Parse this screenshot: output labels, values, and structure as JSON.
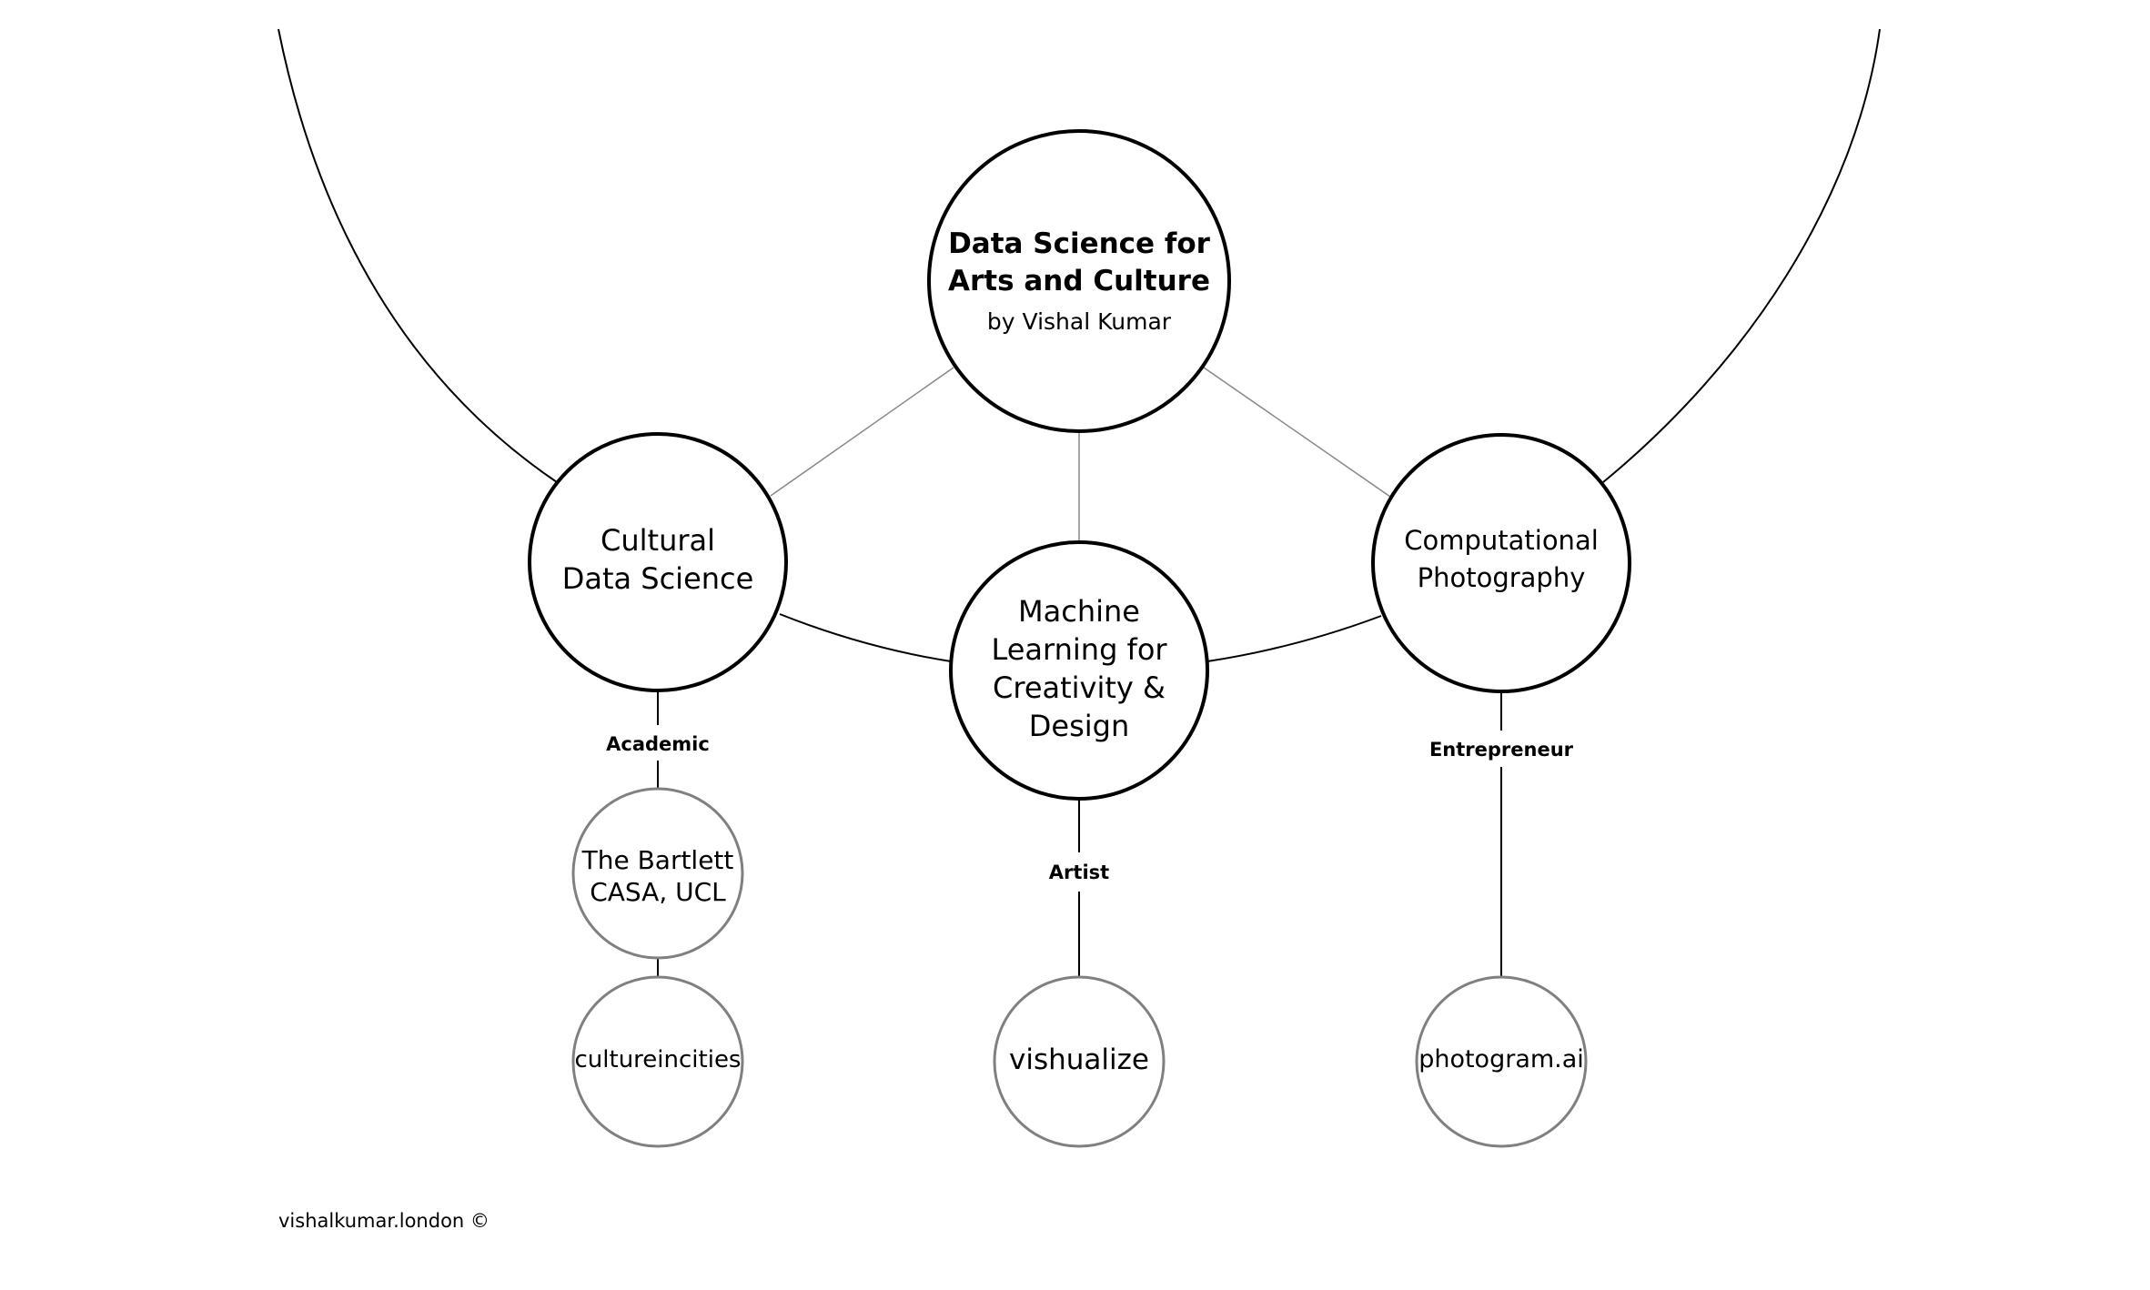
{
  "main_node": {
    "title_line1": "Data Science for",
    "title_line2": "Arts and Culture",
    "subtitle": "by Vishal Kumar"
  },
  "topics": {
    "cultural_data_science": {
      "line1": "Cultural",
      "line2": "Data Science"
    },
    "machine_learning": {
      "line1": "Machine",
      "line2": "Learning for",
      "line3": "Creativity &",
      "line4": "Design"
    },
    "computational_photography": {
      "line1": "Computational",
      "line2": "Photography"
    }
  },
  "roles": {
    "academic": "Academic",
    "artist": "Artist",
    "entrepreneur": "Entrepreneur"
  },
  "leaves": {
    "bartlett": {
      "line1": "The Bartlett",
      "line2": "CASA, UCL"
    },
    "cultureincities": "cultureincities",
    "vishualize": "vishualize",
    "photogram": "photogram.ai"
  },
  "footer": {
    "credit": "vishalkumar.london ©"
  },
  "colors": {
    "ink": "#000000",
    "thin_connector": "#888888",
    "leaf_outline": "#808080",
    "background": "#ffffff"
  }
}
